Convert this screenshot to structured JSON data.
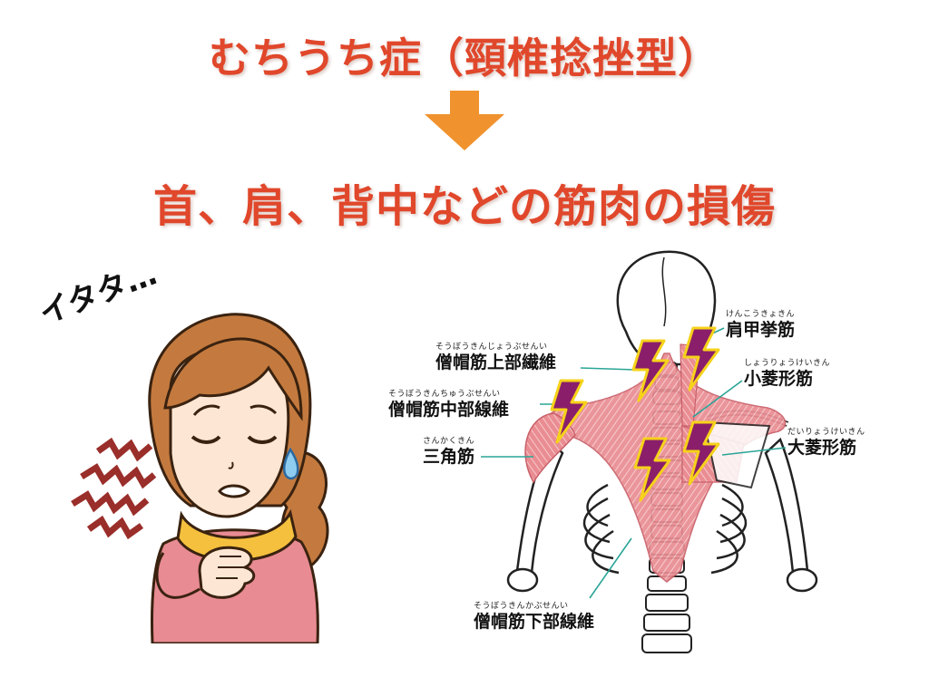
{
  "title_top": "むちうち症（頸椎捻挫型）",
  "title_bottom": "首、肩、背中などの筋肉の損傷",
  "exclamation": "イタタ…",
  "muscles": [
    {
      "ruby": "けんこうきょきん",
      "name": "肩甲挙筋"
    },
    {
      "ruby": "そうぼうきんじょうぶせんい",
      "name": "僧帽筋上部繊維"
    },
    {
      "ruby": "しょうりょうけいきん",
      "name": "小菱形筋"
    },
    {
      "ruby": "そうぼうきんちゅうぶせんい",
      "name": "僧帽筋中部線維"
    },
    {
      "ruby": "だいりょうけいきん",
      "name": "大菱形筋"
    },
    {
      "ruby": "さんかくきん",
      "name": "三角筋"
    },
    {
      "ruby": "そうぼうきんかぶせんい",
      "name": "僧帽筋下部線維"
    }
  ],
  "colors": {
    "title": "#e0472b",
    "arrow": "#f0922e",
    "lightning_fill": "#8a1e6a",
    "lightning_stroke": "#f6d21a",
    "leader_line": "#2aa596",
    "muscle": "#e88a8e"
  }
}
